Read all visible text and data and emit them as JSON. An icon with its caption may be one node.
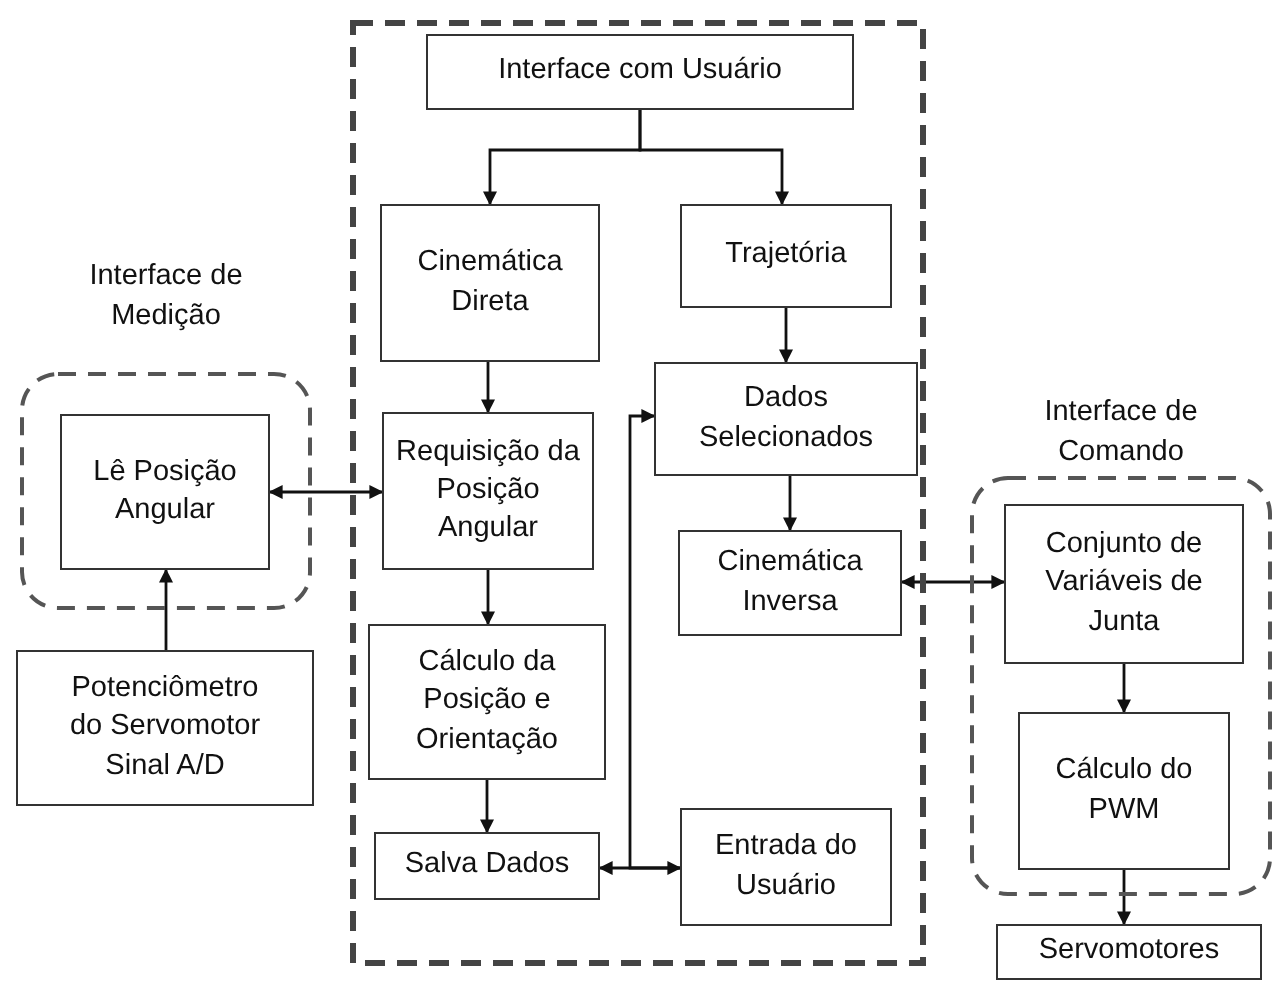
{
  "diagram": {
    "nodes": [
      {
        "text": [],
        "shape": "box"
      },
      {
        "text": [
          "Interface com Usuário"
        ],
        "in": 0
      },
      {
        "text": [
          "Cinemática Direta"
        ],
        "in": 0
      },
      {
        "text": [
          "Trajetória"
        ],
        "in": 0
      },
      {
        "text": [
          "Dados Selecionados"
        ],
        "in": 0
      },
      {
        "text": [
          "Requisição da Posição Angular"
        ],
        "in": 0
      },
      {
        "text": [
          "Cinemática Inversa"
        ],
        "in": 0
      },
      {
        "text": [
          "Cálculo da Posição e Orientação"
        ],
        "in": 0
      },
      {
        "text": [
          "Salva Dados"
        ],
        "in": 0
      },
      {
        "text": [
          "Entrada do Usuário"
        ],
        "in": 0
      },
      {
        "text": [
          "Interface de Medição"
        ]
      },
      {
        "text": [
          "Lê Posição Angular"
        ],
        "in": 10
      },
      {
        "text": [
          "Potenciômetro do Servomotor Sinal A/D"
        ]
      },
      {
        "text": [
          "Interface de Comando"
        ]
      },
      {
        "text": [
          "Conjunto de Variáveis de Junta"
        ],
        "in": 13
      },
      {
        "text": [
          "Cálculo do PWM"
        ],
        "in": 13
      },
      {
        "text": [
          "Servomotores"
        ]
      }
    ],
    "edges": [
      {
        "from": 1,
        "to": 2,
        "arrow": "to"
      },
      {
        "from": 1,
        "to": 3,
        "arrow": "to"
      },
      {
        "from": 2,
        "to": 5,
        "arrow": "to"
      },
      {
        "from": 3,
        "to": 4,
        "arrow": "to"
      },
      {
        "from": 4,
        "to": 6,
        "arrow": "to"
      },
      {
        "from": 5,
        "to": 7,
        "arrow": "to"
      },
      {
        "from": 7,
        "to": 8,
        "arrow": "to"
      },
      {
        "from": 11,
        "to": 5,
        "arrow": "both"
      },
      {
        "from": 12,
        "to": 11,
        "arrow": "to"
      },
      {
        "from": 6,
        "to": 14,
        "arrow": "both"
      },
      {
        "from": 14,
        "to": 15,
        "arrow": "to"
      },
      {
        "from": 15,
        "to": 16,
        "arrow": "to"
      },
      {
        "from": 8,
        "to": 9,
        "arrow": "both"
      },
      {
        "from": 9,
        "to": 4,
        "arrow": "to"
      }
    ]
  }
}
